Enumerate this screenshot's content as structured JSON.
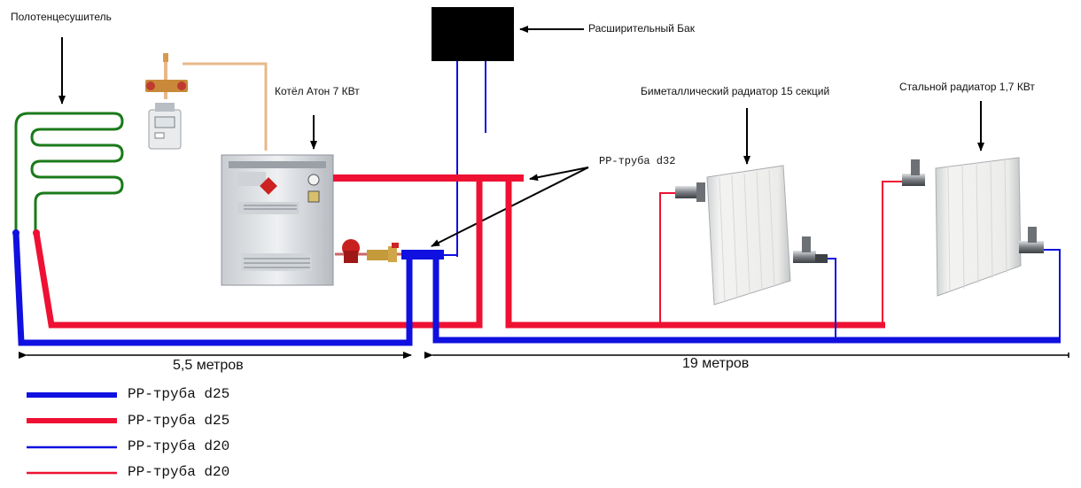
{
  "labels": {
    "towel_dryer": "Полотенцесушитель",
    "expansion_tank": "Расширительный Бак",
    "boiler": "Котёл Атон 7 КВт",
    "bimetal_radiator": "Биметаллический радиатор 15 секций",
    "steel_radiator": "Стальной радиатор 1,7 КВт",
    "pipe_d32": "PP-труба d32"
  },
  "dimensions": {
    "left_run": "5,5 метров",
    "right_run": "19 метров"
  },
  "legend": [
    {
      "label": "PP-труба d25",
      "color": "#1010e0",
      "weight": "thick"
    },
    {
      "label": "PP-труба d25",
      "color": "#ee1133",
      "weight": "thick"
    },
    {
      "label": "PP-труба d20",
      "color": "#1010e0",
      "weight": "thin"
    },
    {
      "label": "PP-труба d20",
      "color": "#ee1133",
      "weight": "thin"
    }
  ],
  "colors": {
    "supply": "#ee1133",
    "return": "#1010e0",
    "towel_coil": "#1a7a1a",
    "gas_line": "#e8b88a"
  }
}
